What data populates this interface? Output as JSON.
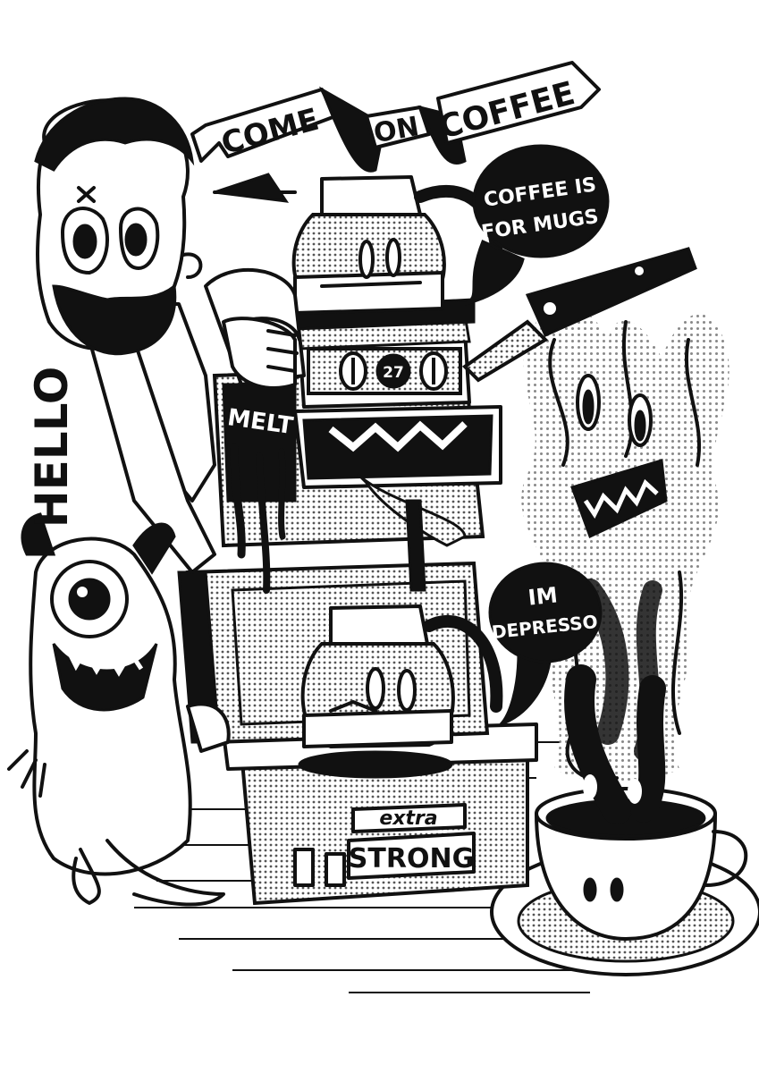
{
  "texts": {
    "banner_left": "COME",
    "banner_mid": "ON",
    "banner_right": "COFFEE",
    "bubble_top_line1": "COFFEE IS",
    "bubble_top_line2": "FOR MUGS",
    "hello": "HELLO",
    "melt": "MELT",
    "dial_number": "27",
    "bubble_bottom_line1": "IM",
    "bubble_bottom_line2": "DEPRESSO",
    "extra": "extra",
    "strong": "STRONG"
  },
  "colors": {
    "ink": "#111111",
    "paper": "#ffffff",
    "halftone": "#8a8a8a",
    "steam": "#9a9a9a"
  },
  "figures": [
    "bearded-man",
    "coffee-machine",
    "top-coffee-pot",
    "bottom-coffee-pot",
    "coffee-cup",
    "saucer",
    "knife",
    "steam-ghost",
    "one-eyed-monster"
  ]
}
